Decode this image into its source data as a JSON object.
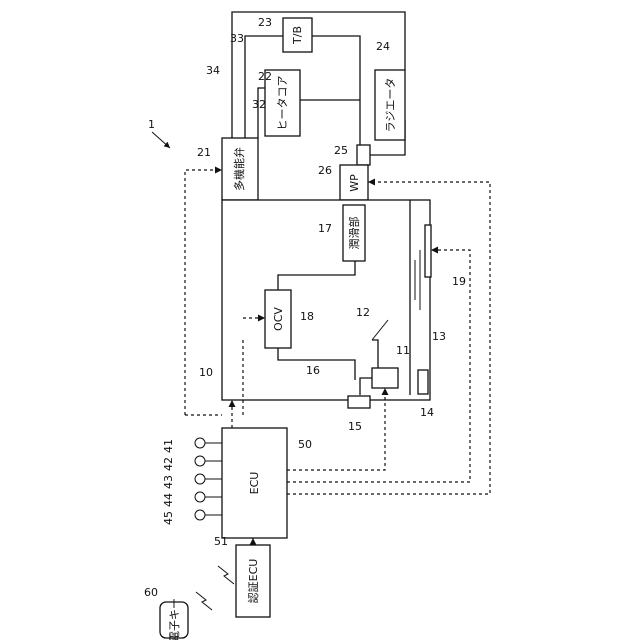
{
  "figure_number": "1",
  "components": {
    "engine": {
      "ref": "10"
    },
    "ecu": {
      "ref": "50",
      "label": "ECU"
    },
    "auth_ecu": {
      "ref": "51",
      "label": "認証ECU"
    },
    "electronic_key": {
      "ref": "60",
      "label": "電子キー"
    },
    "multi_valve": {
      "ref": "21",
      "label": "多機能弁"
    },
    "heater_core": {
      "ref": "22",
      "label": "ヒータコア"
    },
    "throttle_body": {
      "ref": "23",
      "label": "T/B"
    },
    "radiator": {
      "ref": "24",
      "label": "ラジエータ"
    },
    "water_pump": {
      "ref": "26",
      "label": "WP"
    },
    "lubrication": {
      "ref": "17",
      "label": "潤滑部"
    },
    "ocv": {
      "ref": "18",
      "label": "OCV"
    }
  },
  "refs": {
    "crank": "11",
    "piston": "12",
    "oil_pan": "13",
    "pump": "14",
    "sensor15": "15",
    "oil_passage": "16",
    "oil_level": "19",
    "thermostat": "25",
    "pipe32": "32",
    "pipe33": "33",
    "pipe34": "34",
    "sensor41": "41",
    "sensor42": "42",
    "sensor43": "43",
    "sensor44": "44",
    "sensor45": "45"
  }
}
